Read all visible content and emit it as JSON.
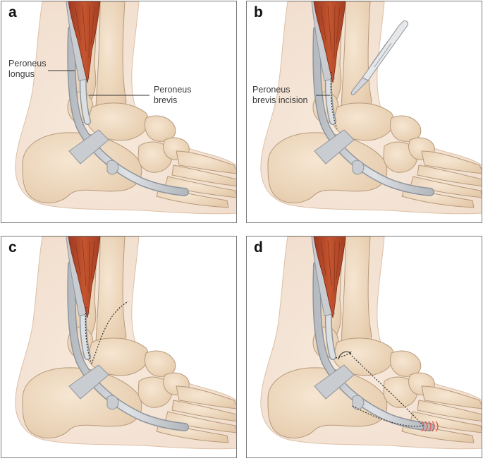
{
  "panels": [
    {
      "id": "a",
      "label": "a",
      "annotations": [
        {
          "lines": [
            "Peroneus",
            "longus"
          ]
        },
        {
          "lines": [
            "Peroneus",
            "brevis"
          ]
        }
      ]
    },
    {
      "id": "b",
      "label": "b",
      "annotations": [
        {
          "lines": [
            "Peroneus",
            "brevis incision"
          ]
        }
      ]
    },
    {
      "id": "c",
      "label": "c",
      "annotations": []
    },
    {
      "id": "d",
      "label": "d",
      "annotations": []
    }
  ],
  "colors": {
    "skin": "#f3e2d3",
    "skin_edge": "#d9b99c",
    "bone": "#efd8bd",
    "bone_edge": "#b79a7c",
    "tendon": "#c9ccd0",
    "tendon_edge": "#8f959c",
    "muscle": "#b5452a",
    "suture_marks": "#e05a4e",
    "border": "#7a7a7a"
  }
}
